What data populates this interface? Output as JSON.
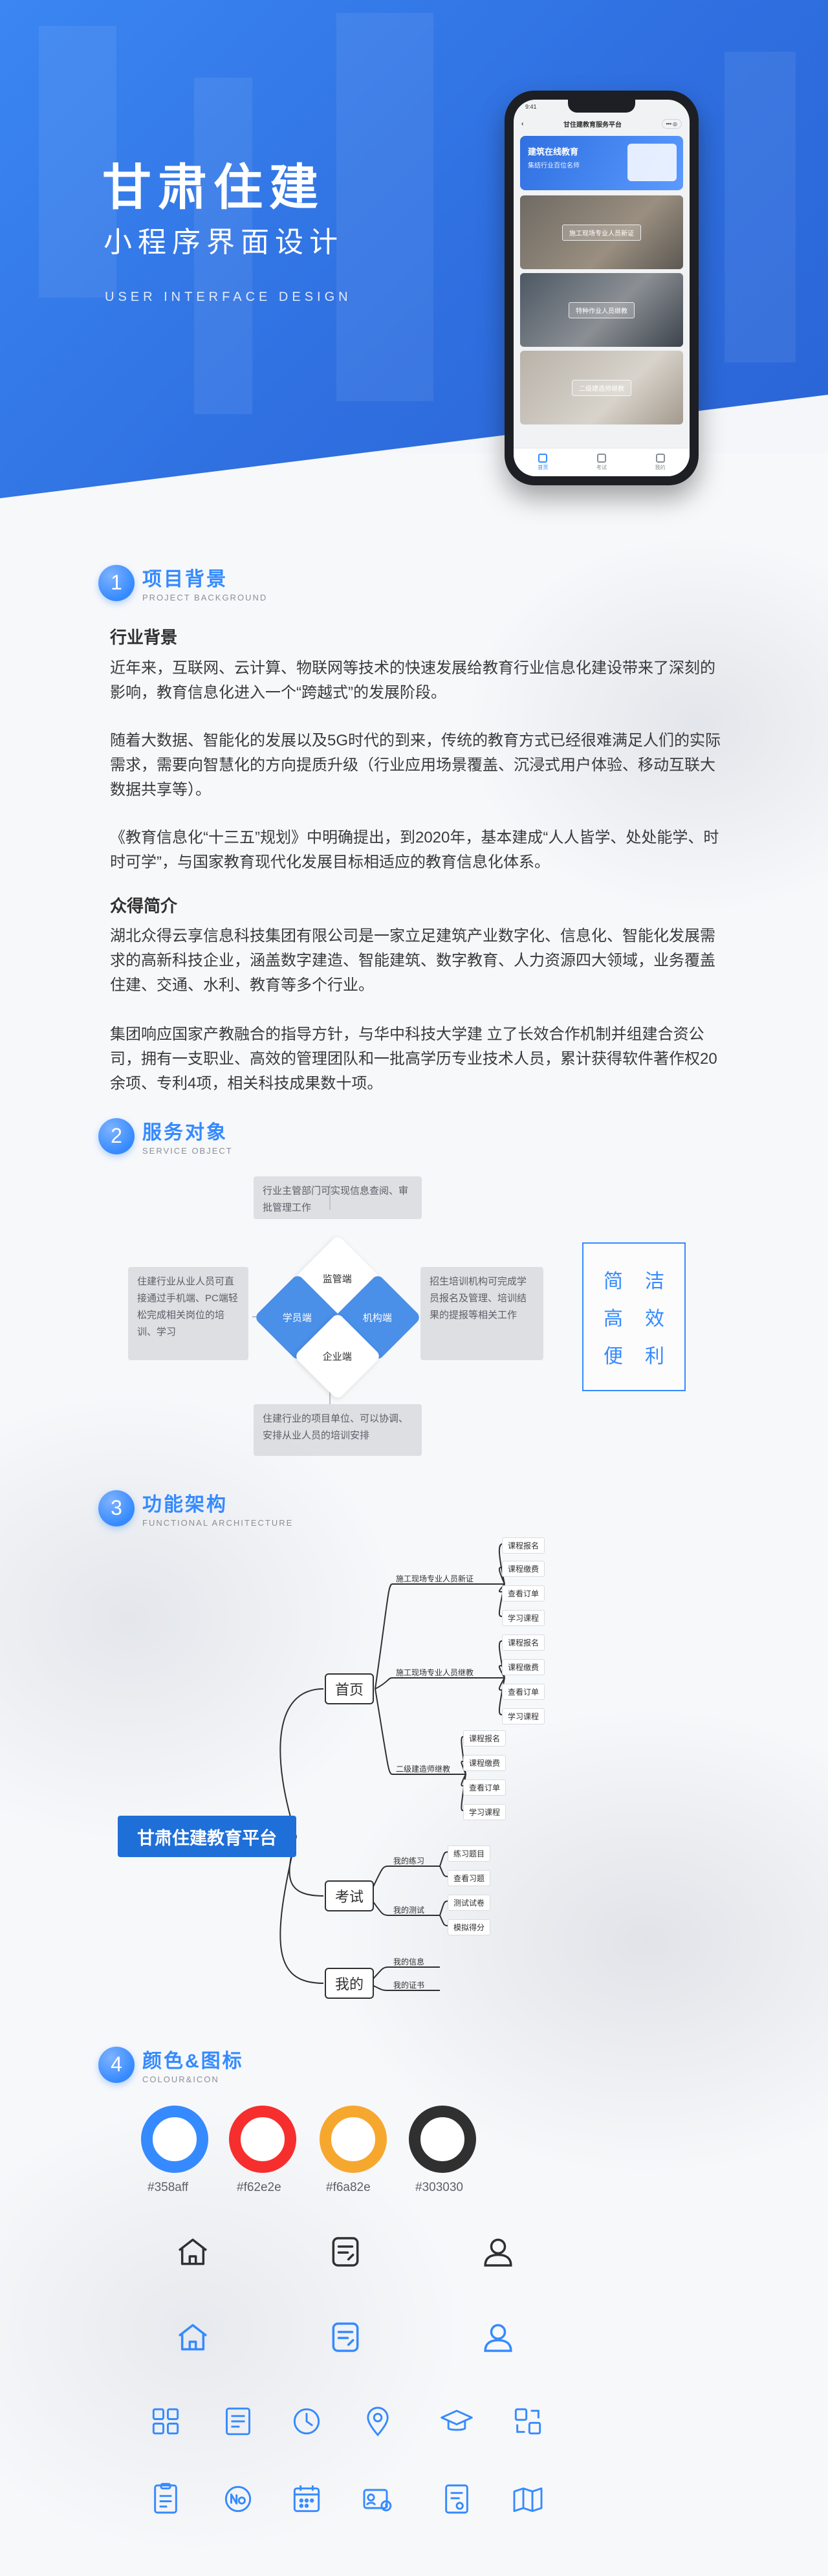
{
  "hero": {
    "title": "甘肃住建",
    "subtitle": "小程序界面设计",
    "subtitle_en": "USER INTERFACE DESIGN"
  },
  "phone": {
    "status_time": "9:41",
    "nav_title": "甘住建教育服务平台",
    "banner_line1": "建筑在线教育",
    "banner_line2": "集结行业百位名师",
    "courses": [
      "施工现场专业人员新证",
      "特种作业人员继教",
      "二级建造师继教"
    ],
    "tabs": [
      "首页",
      "考试",
      "我的"
    ]
  },
  "section1": {
    "num": "1",
    "title": "项目背景",
    "title_en": "PROJECT BACKGROUND",
    "sub1": "行业背景",
    "p1": "近年来，互联网、云计算、物联网等技术的快速发展给教育行业信息化建设带来了深刻的影响，教育信息化进入一个“跨越式”的发展阶段。",
    "p2": "随着大数据、智能化的发展以及5G时代的到来，传统的教育方式已经很难满足人们的实际需求，需要向智慧化的方向提质升级（行业应用场景覆盖、沉浸式用户体验、移动互联大数据共享等）。",
    "p3": "《教育信息化“十三五”规划》中明确提出，到2020年，基本建成“人人皆学、处处能学、时时可学”，与国家教育现代化发展目标相适应的教育信息化体系。",
    "sub2": "众得简介",
    "p4": "湖北众得云享信息科技集团有限公司是一家立足建筑产业数字化、信息化、智能化发展需求的高新科技企业，涵盖数字建造、智能建筑、数字教育、人力资源四大领域，业务覆盖住建、交通、水利、教育等多个行业。",
    "p5": "集团响应国家产教融合的指导方针，与华中科技大学建 立了长效合作机制并组建合资公司，拥有一支职业、高效的管理团队和一批高学历专业技术人员，累计获得软件著作权20余项、专利4项，相关科技成果数十项。"
  },
  "section2": {
    "num": "2",
    "title": "服务对象",
    "title_en": "SERVICE OBJECT",
    "box_top": "行业主管部门可实现信息查阅、审批管理工作",
    "box_left": "住建行业从业人员可直接通过手机端、PC端轻松完成相关岗位的培训、学习",
    "box_right": "招生培训机构可完成学员报名及管理、培训结果的提报等相关工作",
    "box_bottom": "住建行业的项目单位、可以协调、安排从业人员的培训安排",
    "d_top": "监管端",
    "d_left": "学员端",
    "d_right": "机构端",
    "d_bottom": "企业端",
    "simple": [
      "简",
      "洁",
      "高",
      "效",
      "便",
      "利"
    ]
  },
  "section3": {
    "num": "3",
    "title": "功能架构",
    "title_en": "FUNCTIONAL ARCHITECTURE",
    "root": "甘肃住建教育平台",
    "level1": [
      "首页",
      "考试",
      "我的"
    ],
    "home_children": [
      "施工现场专业人员新证",
      "施工现场专业人员继教",
      "二级建造师继教"
    ],
    "leaf_a": [
      "课程报名",
      "课程缴费",
      "查看订单",
      "学习课程"
    ],
    "leaf_b": [
      "课程报名",
      "课程缴费",
      "查看订单",
      "学习课程"
    ],
    "leaf_c": [
      "课程报名",
      "课程缴费",
      "查看订单",
      "学习课程"
    ],
    "exam_children": [
      "我的练习",
      "我的测试"
    ],
    "exam_leaf_a": [
      "练习题目",
      "查看习题"
    ],
    "exam_leaf_b": [
      "测试试卷",
      "模拟得分"
    ],
    "mine_children": [
      "我的信息",
      "我的证书"
    ]
  },
  "section4": {
    "num": "4",
    "title": "颜色&图标",
    "title_en": "COLOUR&ICON",
    "colors": [
      {
        "hex": "#358aff",
        "label": "#358aff"
      },
      {
        "hex": "#f62e2e",
        "label": "#f62e2e"
      },
      {
        "hex": "#f6a82e",
        "label": "#f6a82e"
      },
      {
        "hex": "#303030",
        "label": "#303030"
      }
    ],
    "icons_row1": [
      "home-icon",
      "exam-icon",
      "user-icon"
    ],
    "icons_row2": [
      "home-icon",
      "exam-icon",
      "user-icon"
    ],
    "icons_row3": [
      "grid-icon",
      "document-icon",
      "clock-icon",
      "location-icon",
      "graduation-cap-icon",
      "exchange-icon"
    ],
    "icons_row4": [
      "report-icon",
      "number-icon",
      "calendar-icon",
      "certificate-card-icon",
      "certificate-icon",
      "map-icon"
    ]
  }
}
